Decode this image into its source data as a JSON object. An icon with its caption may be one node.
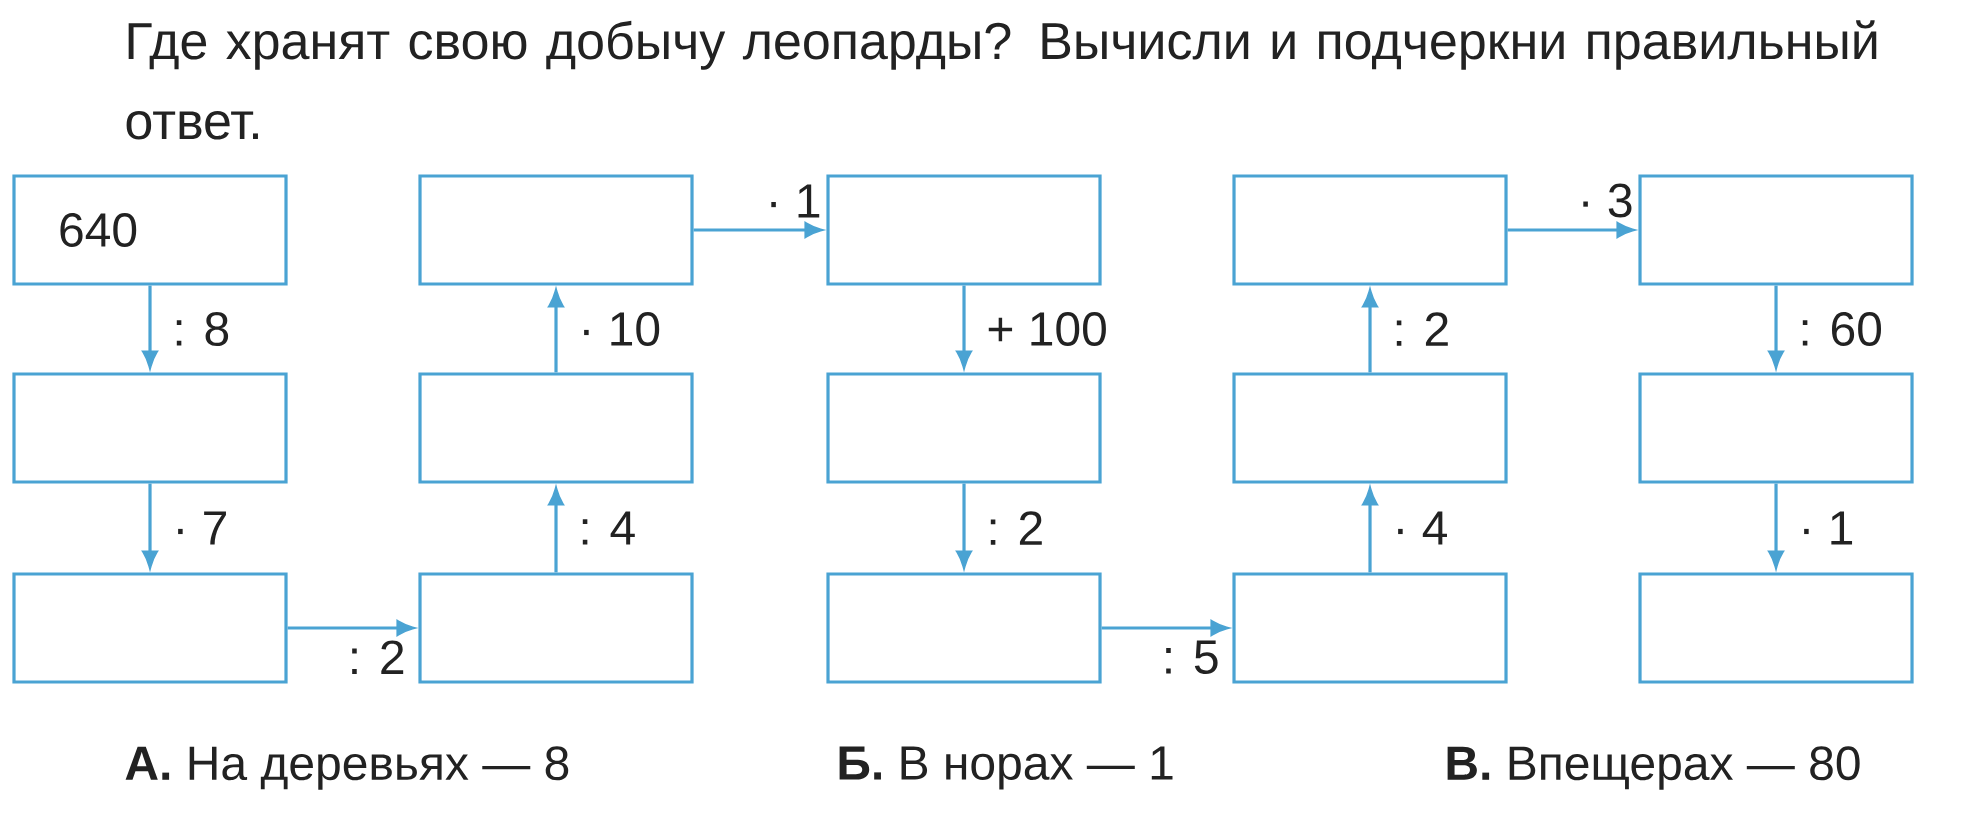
{
  "diagram": {
    "title": "Где хранят свою добычу леопарды? Вычисли и подчеркни правильный ответ.",
    "nodes": [
      {
        "text": [
          "640"
        ]
      },
      {
        "text": [],
        "shape": "box"
      },
      {
        "text": [],
        "shape": "box"
      },
      {
        "text": [],
        "shape": "box"
      },
      {
        "text": [],
        "shape": "box"
      },
      {
        "text": [],
        "shape": "box"
      },
      {
        "text": [],
        "shape": "box"
      },
      {
        "text": [],
        "shape": "box"
      },
      {
        "text": [],
        "shape": "box"
      },
      {
        "text": [],
        "shape": "box"
      },
      {
        "text": [],
        "shape": "box"
      },
      {
        "text": [],
        "shape": "box"
      },
      {
        "text": [],
        "shape": "box"
      },
      {
        "text": [],
        "shape": "box"
      },
      {
        "text": [],
        "shape": "box"
      }
    ],
    "edges": [
      {
        "from": 0,
        "to": 5,
        "arrow": "to",
        "label": ": 8"
      },
      {
        "from": 5,
        "to": 10,
        "arrow": "to",
        "label": "· 7"
      },
      {
        "from": 10,
        "to": 11,
        "arrow": "to",
        "label": ": 2"
      },
      {
        "from": 11,
        "to": 6,
        "arrow": "to",
        "label": ": 4"
      },
      {
        "from": 6,
        "to": 1,
        "arrow": "to",
        "label": "· 10"
      },
      {
        "from": 1,
        "to": 2,
        "arrow": "to",
        "label": "· 1"
      },
      {
        "from": 2,
        "to": 7,
        "arrow": "to",
        "label": "+ 100"
      },
      {
        "from": 7,
        "to": 12,
        "arrow": "to",
        "label": ": 2"
      },
      {
        "from": 12,
        "to": 13,
        "arrow": "to",
        "label": ": 5"
      },
      {
        "from": 13,
        "to": 8,
        "arrow": "to",
        "label": "· 4"
      },
      {
        "from": 8,
        "to": 3,
        "arrow": "to",
        "label": ": 2"
      },
      {
        "from": 3,
        "to": 4,
        "arrow": "to",
        "label": "· 3"
      },
      {
        "from": 4,
        "to": 9,
        "arrow": "to",
        "label": ": 60"
      },
      {
        "from": 9,
        "to": 14,
        "arrow": "to",
        "label": "· 1"
      }
    ],
    "labels": [
      "**А.** На деревьях — 8",
      "**Б.** В норах — 1",
      "**В.** Впещерах — 80"
    ]
  }
}
